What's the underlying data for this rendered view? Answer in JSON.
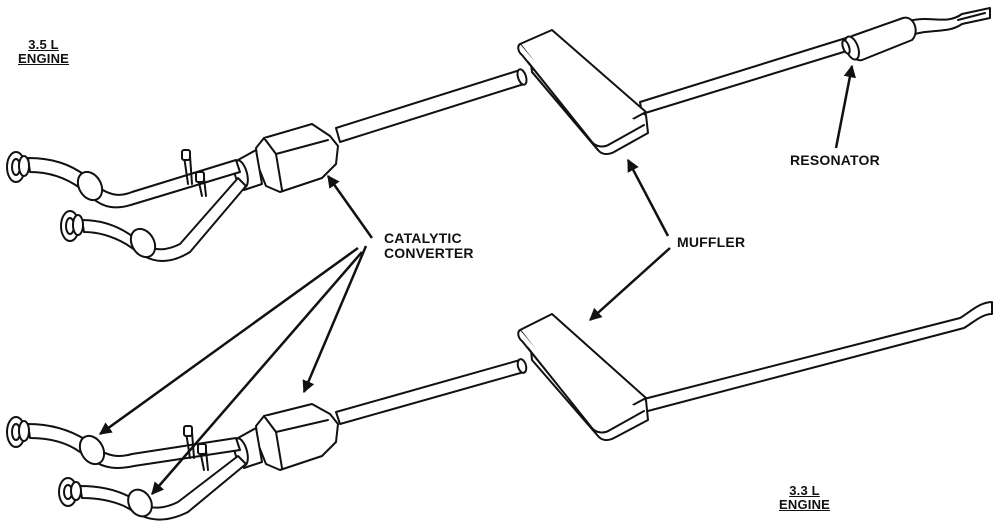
{
  "labels": {
    "engine_top": {
      "line1": "3.5 L",
      "line2": "ENGINE"
    },
    "engine_bottom": {
      "line1": "3.3 L",
      "line2": "ENGINE"
    },
    "catalytic_converter": {
      "line1": "CATALYTIC",
      "line2": "CONVERTER"
    },
    "muffler": "MUFFLER",
    "resonator": "RESONATOR"
  },
  "colors": {
    "ink": "#111111",
    "paper": "#ffffff"
  }
}
